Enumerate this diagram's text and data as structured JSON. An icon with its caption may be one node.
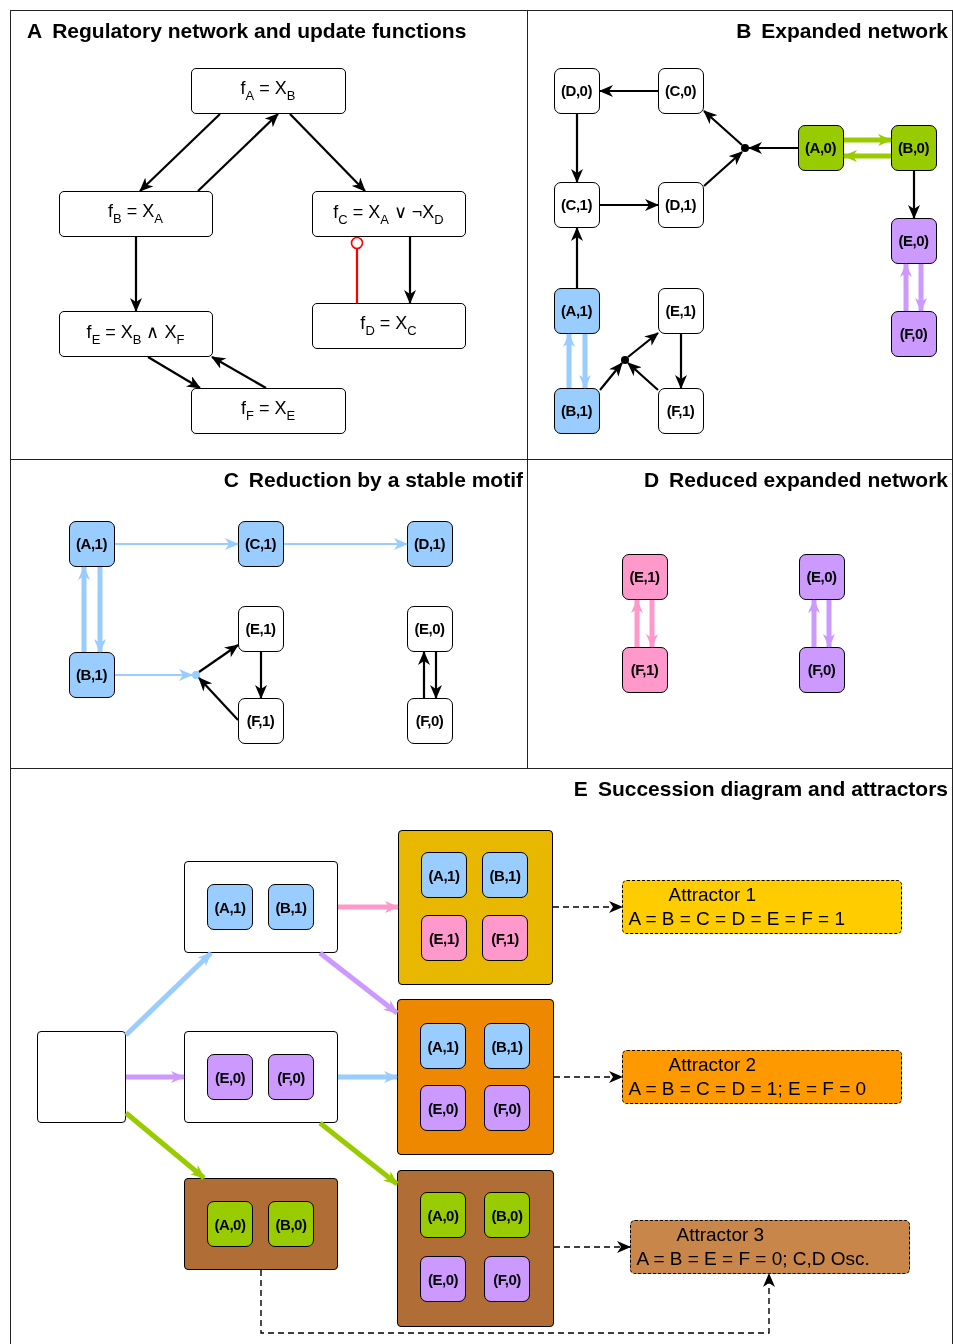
{
  "diagram": {
    "nodes": [
      {
        "text": [
          "A",
          "Regulatory network and update functions"
        ]
      },
      {
        "text": [
          "f$_{A}$ = X$_{B}$"
        ],
        "in": 0
      },
      {
        "text": [
          "f$_{B}$ = X$_{A}$"
        ],
        "in": 0
      },
      {
        "text": [
          "f$_{C}$ = X$_{A}$ ∨ ¬X$_{D}$"
        ],
        "in": 0
      },
      {
        "text": [
          "f$_{E}$ = X$_{B}$ ∧ X$_{F}$"
        ],
        "in": 0
      },
      {
        "text": [
          "f$_{D}$ = X$_{C}$"
        ],
        "in": 0
      },
      {
        "text": [
          "f$_{F}$ = X$_{E}$"
        ],
        "in": 0
      },
      {
        "text": [
          "B",
          "Expanded network"
        ]
      },
      {
        "text": [
          "(D,0)"
        ],
        "in": 7
      },
      {
        "text": [
          "(C,0)"
        ],
        "in": 7
      },
      {
        "text": [],
        "shape": "circle",
        "in": 7
      },
      {
        "text": [
          "(A,0)"
        ],
        "in": 7
      },
      {
        "text": [
          "(B,0)"
        ],
        "in": 7
      },
      {
        "text": [
          "(C,1)"
        ],
        "in": 7
      },
      {
        "text": [
          "(D,1)"
        ],
        "in": 7
      },
      {
        "text": [
          "(E,0)"
        ],
        "in": 7
      },
      {
        "text": [
          "(A,1)"
        ],
        "in": 7
      },
      {
        "text": [
          "(E,1)"
        ],
        "in": 7
      },
      {
        "text": [
          "(F,0)"
        ],
        "in": 7
      },
      {
        "text": [],
        "shape": "circle",
        "in": 7
      },
      {
        "text": [
          "(B,1)"
        ],
        "in": 7
      },
      {
        "text": [
          "(F,1)"
        ],
        "in": 7
      },
      {
        "text": [
          "C",
          "Reduction by a stable motif"
        ]
      },
      {
        "text": [
          "(A,1)"
        ],
        "in": 22
      },
      {
        "text": [
          "(C,1)"
        ],
        "in": 22
      },
      {
        "text": [
          "(D,1)"
        ],
        "in": 22
      },
      {
        "text": [
          "(E,1)"
        ],
        "in": 22
      },
      {
        "text": [
          "(E,0)"
        ],
        "in": 22
      },
      {
        "text": [
          "(B,1)"
        ],
        "in": 22
      },
      {
        "text": [],
        "shape": "circle",
        "in": 22
      },
      {
        "text": [
          "(F,1)"
        ],
        "in": 22
      },
      {
        "text": [
          "(F,0)"
        ],
        "in": 22
      },
      {
        "text": [
          "D",
          "Reduced expanded network"
        ]
      },
      {
        "text": [
          "(E,1)"
        ],
        "in": 32
      },
      {
        "text": [
          "(E,0)"
        ],
        "in": 32
      },
      {
        "text": [
          "(F,1)"
        ],
        "in": 32
      },
      {
        "text": [
          "(F,0)"
        ],
        "in": 32
      },
      {
        "text": [
          "E",
          "Succession diagram and attractors"
        ]
      },
      {
        "text": [],
        "shape": "box",
        "in": 37
      },
      {
        "text": [
          "(A,1)"
        ],
        "in": 38
      },
      {
        "text": [
          "(B,1)"
        ],
        "in": 38
      },
      {
        "text": [],
        "shape": "box",
        "in": 37
      },
      {
        "text": [
          "(A,1)"
        ],
        "in": 41
      },
      {
        "text": [
          "(B,1)"
        ],
        "in": 41
      },
      {
        "text": [
          "(E,1)"
        ],
        "in": 41
      },
      {
        "text": [
          "(F,1)"
        ],
        "in": 41
      },
      {
        "text": [
          "Attractor 1",
          "A = B = C = D = E = F = 1"
        ],
        "in": 37
      },
      {
        "text": [],
        "shape": "box",
        "in": 37
      },
      {
        "text": [],
        "shape": "box",
        "in": 37
      },
      {
        "text": [
          "(E,0)"
        ],
        "in": 48
      },
      {
        "text": [
          "(F,0)"
        ],
        "in": 48
      },
      {
        "text": [],
        "shape": "box",
        "in": 37
      },
      {
        "text": [
          "(A,1)"
        ],
        "in": 51
      },
      {
        "text": [
          "(B,1)"
        ],
        "in": 51
      },
      {
        "text": [
          "(E,0)"
        ],
        "in": 51
      },
      {
        "text": [
          "(F,0)"
        ],
        "in": 51
      },
      {
        "text": [
          "Attractor 2",
          "A = B = C = D = 1; E = F = 0"
        ],
        "in": 37
      },
      {
        "text": [],
        "shape": "box",
        "in": 37
      },
      {
        "text": [
          "(A,0)"
        ],
        "in": 57
      },
      {
        "text": [
          "(B,0)"
        ],
        "in": 57
      },
      {
        "text": [],
        "shape": "box",
        "in": 37
      },
      {
        "text": [
          "(A,0)"
        ],
        "in": 60
      },
      {
        "text": [
          "(B,0)"
        ],
        "in": 60
      },
      {
        "text": [
          "(E,0)"
        ],
        "in": 60
      },
      {
        "text": [
          "(F,0)"
        ],
        "in": 60
      },
      {
        "text": [
          "Attractor 3",
          "A = B = E = F = 0; C,D Osc."
        ],
        "in": 37
      }
    ],
    "edges": [
      {
        "from": 1,
        "to": 2,
        "arrow": "to"
      },
      {
        "from": 2,
        "to": 1,
        "arrow": "to"
      },
      {
        "from": 1,
        "to": 3,
        "arrow": "to"
      },
      {
        "from": 2,
        "to": 4,
        "arrow": "to"
      },
      {
        "from": 3,
        "to": 5,
        "arrow": "to"
      },
      {
        "from": 5,
        "to": 3,
        "arrow": "other",
        "color": "#ff0000"
      },
      {
        "from": 4,
        "to": 6,
        "arrow": "to"
      },
      {
        "from": 6,
        "to": 4,
        "arrow": "to"
      },
      {
        "from": 9,
        "to": 8,
        "arrow": "to"
      },
      {
        "from": 8,
        "to": 13,
        "arrow": "to"
      },
      {
        "from": 13,
        "to": 14,
        "arrow": "to"
      },
      {
        "from": 14,
        "to": 10,
        "arrow": "to"
      },
      {
        "from": 11,
        "to": 10,
        "arrow": "to"
      },
      {
        "from": 10,
        "to": 9,
        "arrow": "to"
      },
      {
        "from": 11,
        "to": 12,
        "arrow": "to",
        "style": "thick",
        "color": "#99cc00"
      },
      {
        "from": 12,
        "to": 11,
        "arrow": "to",
        "style": "thick",
        "color": "#99cc00"
      },
      {
        "from": 12,
        "to": 15,
        "arrow": "to"
      },
      {
        "from": 15,
        "to": 18,
        "arrow": "to",
        "style": "thick",
        "color": "#cc99ff"
      },
      {
        "from": 18,
        "to": 15,
        "arrow": "to",
        "style": "thick",
        "color": "#cc99ff"
      },
      {
        "from": 16,
        "to": 13,
        "arrow": "to"
      },
      {
        "from": 16,
        "to": 20,
        "arrow": "to",
        "style": "thick",
        "color": "#99ccff"
      },
      {
        "from": 20,
        "to": 16,
        "arrow": "to",
        "style": "thick",
        "color": "#99ccff"
      },
      {
        "from": 20,
        "to": 19,
        "arrow": "to"
      },
      {
        "from": 21,
        "to": 19,
        "arrow": "to"
      },
      {
        "from": 19,
        "to": 17,
        "arrow": "to"
      },
      {
        "from": 17,
        "to": 21,
        "arrow": "to"
      },
      {
        "from": 23,
        "to": 24,
        "arrow": "to",
        "color": "#99ccff"
      },
      {
        "from": 24,
        "to": 25,
        "arrow": "to",
        "color": "#99ccff"
      },
      {
        "from": 23,
        "to": 28,
        "arrow": "to",
        "style": "thick",
        "color": "#99ccff"
      },
      {
        "from": 28,
        "to": 23,
        "arrow": "to",
        "style": "thick",
        "color": "#99ccff"
      },
      {
        "from": 28,
        "to": 29,
        "arrow": "to",
        "color": "#99ccff"
      },
      {
        "from": 29,
        "to": 26,
        "arrow": "to"
      },
      {
        "from": 30,
        "to": 29,
        "arrow": "to"
      },
      {
        "from": 26,
        "to": 30,
        "arrow": "to"
      },
      {
        "from": 27,
        "to": 31,
        "arrow": "to"
      },
      {
        "from": 31,
        "to": 27,
        "arrow": "to"
      },
      {
        "from": 33,
        "to": 35,
        "arrow": "to",
        "style": "thick",
        "color": "#ff99cc"
      },
      {
        "from": 35,
        "to": 33,
        "arrow": "to",
        "style": "thick",
        "color": "#ff99cc"
      },
      {
        "from": 34,
        "to": 36,
        "arrow": "to",
        "style": "thick",
        "color": "#cc99ff"
      },
      {
        "from": 36,
        "to": 34,
        "arrow": "to",
        "style": "thick",
        "color": "#cc99ff"
      },
      {
        "from": 47,
        "to": 38,
        "arrow": "to",
        "style": "thick",
        "color": "#99ccff"
      },
      {
        "from": 47,
        "to": 48,
        "arrow": "to",
        "style": "thick",
        "color": "#cc99ff"
      },
      {
        "from": 47,
        "to": 57,
        "arrow": "to",
        "style": "thick",
        "color": "#99cc00"
      },
      {
        "from": 38,
        "to": 41,
        "arrow": "to",
        "style": "thick",
        "color": "#ff99cc"
      },
      {
        "from": 38,
        "to": 51,
        "arrow": "to",
        "style": "thick",
        "color": "#cc99ff"
      },
      {
        "from": 48,
        "to": 51,
        "arrow": "to",
        "style": "thick",
        "color": "#99ccff"
      },
      {
        "from": 48,
        "to": 60,
        "arrow": "to",
        "style": "thick",
        "color": "#99cc00"
      },
      {
        "from": 41,
        "to": 46,
        "arrow": "to",
        "style": "dashed"
      },
      {
        "from": 51,
        "to": 56,
        "arrow": "to",
        "style": "dashed"
      },
      {
        "from": 60,
        "to": 65,
        "arrow": "to",
        "style": "dashed"
      },
      {
        "from": 57,
        "to": 65,
        "arrow": "to",
        "style": "dashed"
      }
    ]
  }
}
